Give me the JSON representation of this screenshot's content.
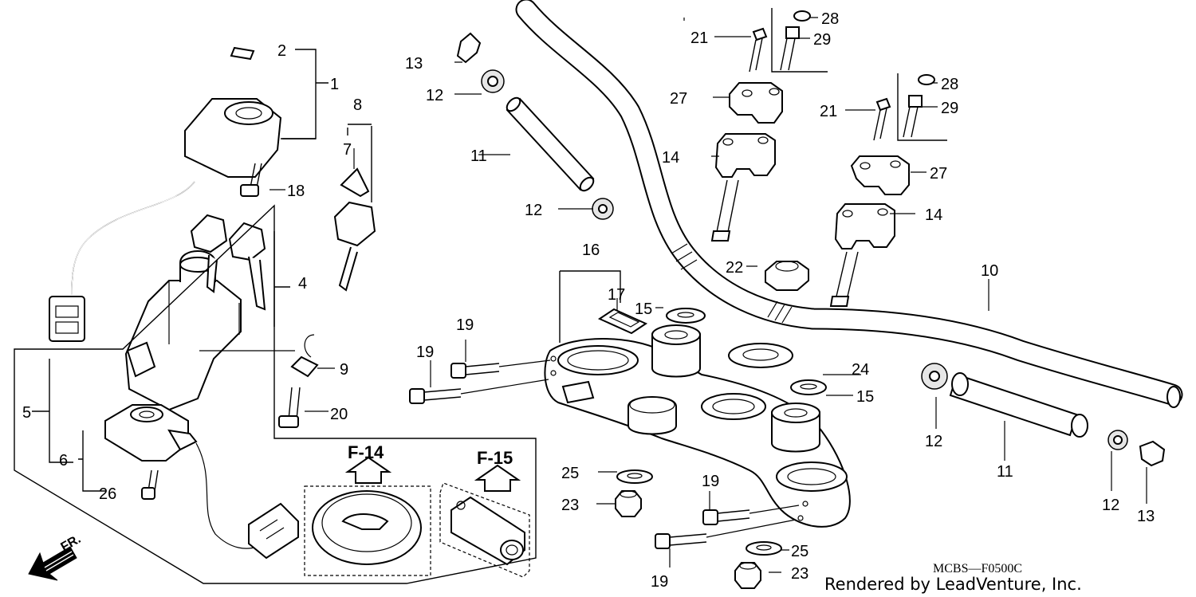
{
  "labels": {
    "n1": "1",
    "n2": "2",
    "n4": "4",
    "n5": "5",
    "n6": "6",
    "n7": "7",
    "n8": "8",
    "n9": "9",
    "n10": "10",
    "n11a": "11",
    "n11b": "11",
    "n12a": "12",
    "n12b": "12",
    "n12c": "12",
    "n12d": "12",
    "n13a": "13",
    "n13b": "13",
    "n14a": "14",
    "n14b": "14",
    "n15a": "15",
    "n15b": "15",
    "n16": "16",
    "n17": "17",
    "n18": "18",
    "n19a": "19",
    "n19b": "19",
    "n19c": "19",
    "n19d": "19",
    "n20": "20",
    "n21a": "21",
    "n21b": "21",
    "n22": "22",
    "n23a": "23",
    "n23b": "23",
    "n24": "24",
    "n25a": "25",
    "n25b": "25",
    "n26": "26",
    "n27a": "27",
    "n27b": "27",
    "n28a": "28",
    "n28b": "28",
    "n29a": "29",
    "n29b": "29"
  },
  "sections": {
    "f14": "F-14",
    "f15": "F-15"
  },
  "fr_label": "FR.",
  "diagram_code": "MCBS—F0500C",
  "credit": "Rendered by LeadVenture, Inc."
}
